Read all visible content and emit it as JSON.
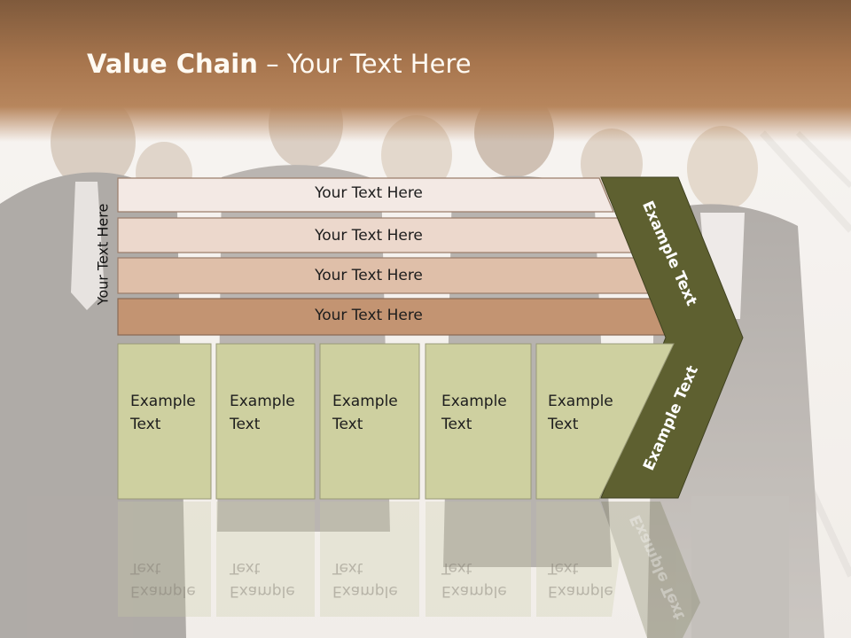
{
  "slide": {
    "title_bold": "Value Chain",
    "title_rest": " – Your Text Here",
    "vertical_label": "Your Text Here"
  },
  "rows": [
    {
      "label": "Your Text Here"
    },
    {
      "label": "Your Text Here"
    },
    {
      "label": "Your Text Here"
    },
    {
      "label": "Your Text Here"
    }
  ],
  "boxes": [
    {
      "line1": "Example",
      "line2": "Text"
    },
    {
      "line1": "Example",
      "line2": "Text"
    },
    {
      "line1": "Example",
      "line2": "Text"
    },
    {
      "line1": "Example",
      "line2": "Text"
    },
    {
      "line1": "Example",
      "line2": "Text"
    }
  ],
  "chevron": {
    "upper_label": "Example Text",
    "lower_label": "Example Text"
  },
  "colors": {
    "header": "#a8764e",
    "row1": "#f3e9e4",
    "row2": "#ecd8cc",
    "row3": "#dfbfa9",
    "row4": "#c39472",
    "box": "#ced0a0",
    "chevron": "#5e6030"
  }
}
